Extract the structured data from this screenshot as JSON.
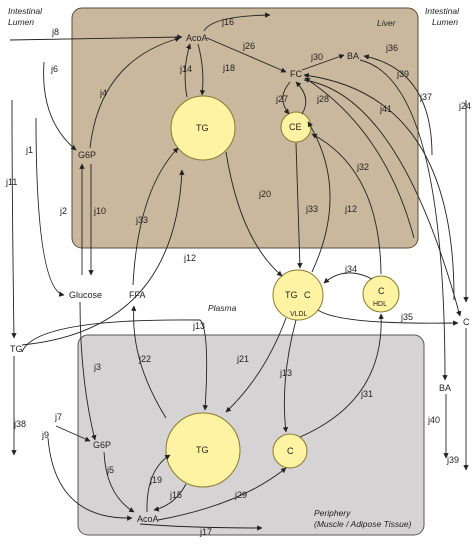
{
  "regions": {
    "intestinal_left": [
      "Intestinal",
      "Lumen"
    ],
    "intestinal_right": [
      "Intestinal",
      "Lumen"
    ],
    "liver": "Liver",
    "plasma": "Plasma",
    "periphery": [
      "Periphery",
      "(Muscle / Adipose Tissue)"
    ]
  },
  "nodes": {
    "acoa_liver": "AcoA",
    "fc": "FC",
    "ba_liver": "BA",
    "tg_liver": "TG",
    "ce": "CE",
    "g6p_liver": "G6P",
    "glucose": "Glucose",
    "ffa": "FFA",
    "vldl_tg": "TG",
    "vldl_c": "C",
    "vldl": "VLDL",
    "hdl_c": "C",
    "hdl": "HDL",
    "c_plasma": "C",
    "tg_intestine": "TG",
    "ba_out": "BA",
    "g6p_periphery": "G6P",
    "tg_periphery": "TG",
    "c_periphery": "C",
    "acoa_periphery": "AcoA"
  },
  "fluxes": {
    "j1": "j1",
    "j2": "j2",
    "j3": "j3",
    "j4": "j4",
    "j5": "j5",
    "j6": "j6",
    "j7": "j7",
    "j8": "j8",
    "j9": "j9",
    "j10": "j10",
    "j11": "j11",
    "j12a": "j12",
    "j12b": "j12",
    "j13a": "j13",
    "j13b": "j13",
    "j14": "j14",
    "j15": "j15",
    "j16": "j16",
    "j17": "j17",
    "j18": "j18",
    "j19": "j19",
    "j20": "j20",
    "j21": "j21",
    "j22": "j22",
    "j24": "j24",
    "j26": "j26",
    "j27": "j27",
    "j28": "j28",
    "j29": "j29",
    "j30": "j30",
    "j31": "j31",
    "j32": "j32",
    "j33a": "j33",
    "j33b": "j33",
    "j34": "j34",
    "j35": "j35",
    "j36": "j36",
    "j37": "j37",
    "j38": "j38",
    "j39a": "j39",
    "j39b": "j39",
    "j40": "j40",
    "j41": "j41"
  },
  "colors": {
    "liver_fill": "#c9b89d",
    "periphery_fill": "#d6d3d4",
    "pool_fill": "#fdf3a2",
    "pool_stroke": "#8a7a2a",
    "ink": "#222222"
  }
}
